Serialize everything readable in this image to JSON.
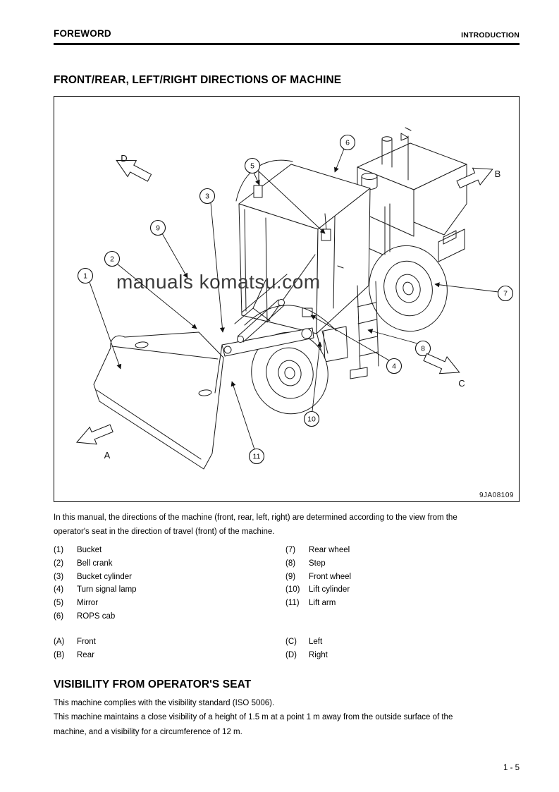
{
  "header": {
    "left": "FOREWORD",
    "right": "INTRODUCTION"
  },
  "section_directions": {
    "title": "FRONT/REAR, LEFT/RIGHT DIRECTIONS OF MACHINE",
    "figure": {
      "watermark": "manuals komatsu.com",
      "code": "9JA08109",
      "callouts": [
        "1",
        "2",
        "3",
        "4",
        "5",
        "6",
        "7",
        "8",
        "9",
        "10",
        "11"
      ],
      "arrows": {
        "a": "A",
        "b": "B",
        "c": "C",
        "d": "D"
      }
    },
    "intro_lines": [
      "In this manual, the directions of the machine (front, rear, left, right) are determined according to the view from the",
      "operator's seat in the direction of travel (front) of the machine."
    ],
    "parts_left": [
      {
        "num": "(1)",
        "label": "Bucket"
      },
      {
        "num": "(2)",
        "label": "Bell crank"
      },
      {
        "num": "(3)",
        "label": "Bucket cylinder"
      },
      {
        "num": "(4)",
        "label": "Turn signal lamp"
      },
      {
        "num": "(5)",
        "label": "Mirror"
      },
      {
        "num": "(6)",
        "label": "ROPS cab"
      }
    ],
    "parts_right": [
      {
        "num": "(7)",
        "label": "Rear wheel"
      },
      {
        "num": "(8)",
        "label": "Step"
      },
      {
        "num": "(9)",
        "label": "Front wheel"
      },
      {
        "num": "(10)",
        "label": "Lift cylinder"
      },
      {
        "num": "(11)",
        "label": "Lift arm"
      }
    ],
    "dirs_left": [
      {
        "num": "(A)",
        "label": "Front"
      },
      {
        "num": "(B)",
        "label": "Rear"
      }
    ],
    "dirs_right": [
      {
        "num": "(C)",
        "label": "Left"
      },
      {
        "num": "(D)",
        "label": "Right"
      }
    ]
  },
  "section_visibility": {
    "title": "VISIBILITY FROM OPERATOR'S SEAT",
    "lines": [
      "This machine complies with the visibility standard (ISO 5006).",
      "This machine maintains a close visibility of a height of 1.5 m at a point 1 m away from the outside surface of the",
      "machine, and a visibility for a circumference of 12 m."
    ]
  },
  "footer": {
    "page": "1 - 5"
  }
}
